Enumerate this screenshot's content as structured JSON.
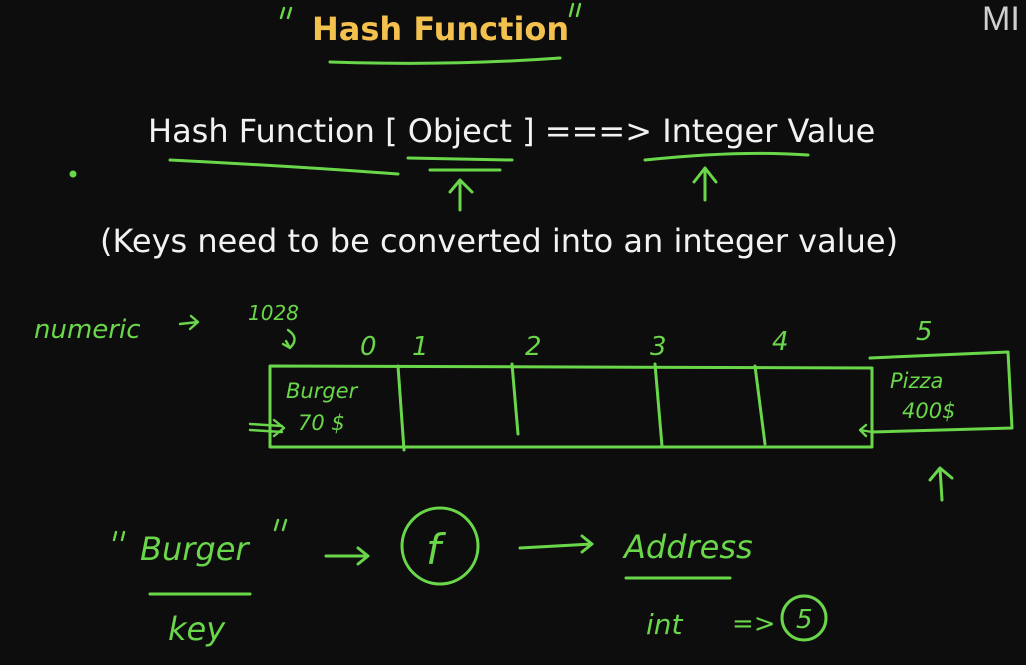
{
  "title": "Hash Function",
  "corner_text": "MI",
  "formula": {
    "part1": "Hash Function [ ",
    "object": "Object",
    "part2": " ] ===> ",
    "result": "Integer Value"
  },
  "subtitle": "(Keys need to be converted into an integer value)",
  "annotations": {
    "numeric": "numeric",
    "number_1028": "1028",
    "key_string": "Burger",
    "key_label": "key",
    "function_symbol": "f",
    "address": "Address",
    "int_label": "int",
    "int_arrow": "=>",
    "int_value": "5"
  },
  "table": {
    "indices": [
      "0",
      "1",
      "2",
      "3",
      "4",
      "5"
    ],
    "cell0_line1": "Burger",
    "cell0_line2": "70 $",
    "overflow_line1": "Pizza",
    "overflow_line2": "400$"
  },
  "colors": {
    "background": "#0d0d0d",
    "title": "#f2c14e",
    "text": "#f2f2f2",
    "ink": "#6ad64a"
  }
}
